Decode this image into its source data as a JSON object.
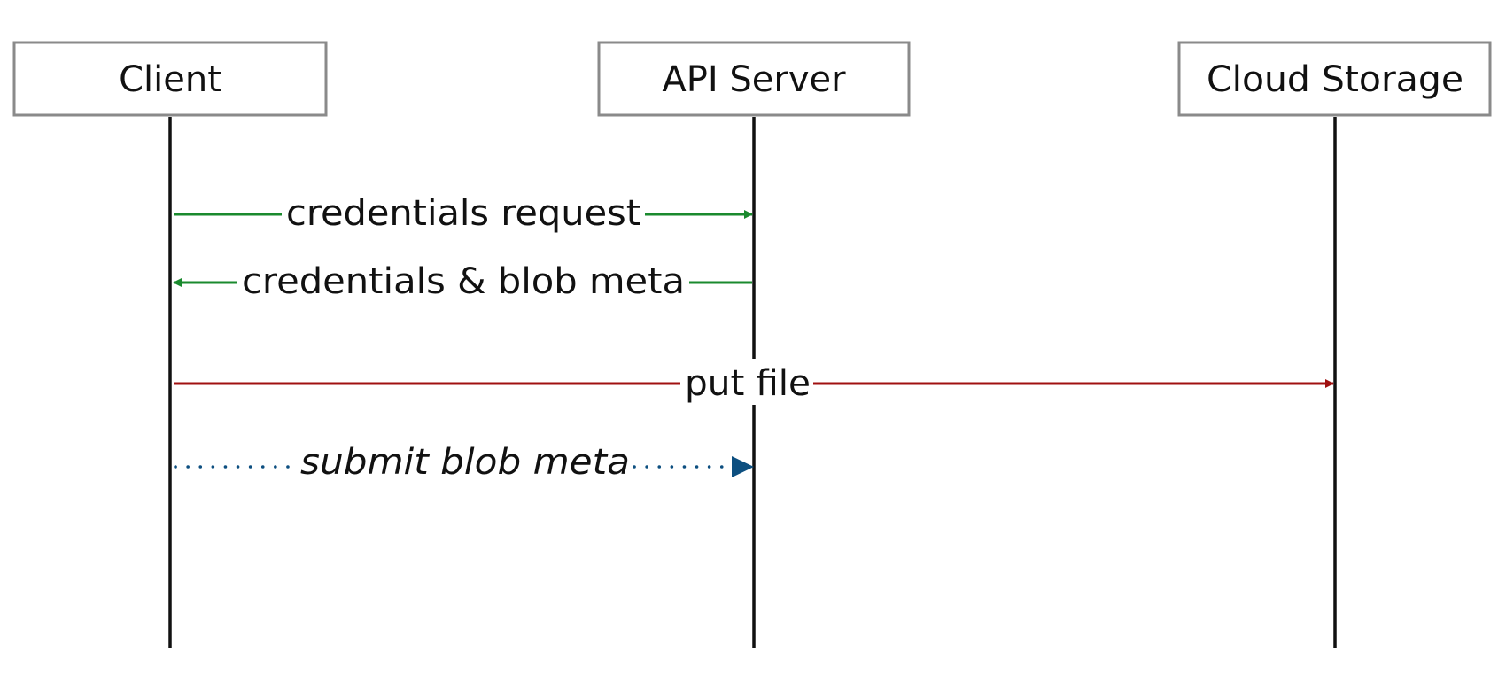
{
  "participants": [
    {
      "id": "client",
      "label": "Client"
    },
    {
      "id": "api",
      "label": "API Server"
    },
    {
      "id": "storage",
      "label": "Cloud Storage"
    }
  ],
  "messages": [
    {
      "label": "credentials request",
      "from": "client",
      "to": "api",
      "style": "solid",
      "color": "#1a8a2e"
    },
    {
      "label": "credentials & blob meta",
      "from": "api",
      "to": "client",
      "style": "solid",
      "color": "#1a8a2e"
    },
    {
      "label": "put file",
      "from": "client",
      "to": "storage",
      "style": "solid",
      "color": "#a01010"
    },
    {
      "label": "submit blob meta",
      "from": "client",
      "to": "api",
      "style": "dotted",
      "color": "#0d4f80"
    }
  ],
  "colors": {
    "actor_border": "#8a8a8a",
    "lifeline": "#111111",
    "text": "#111111"
  }
}
